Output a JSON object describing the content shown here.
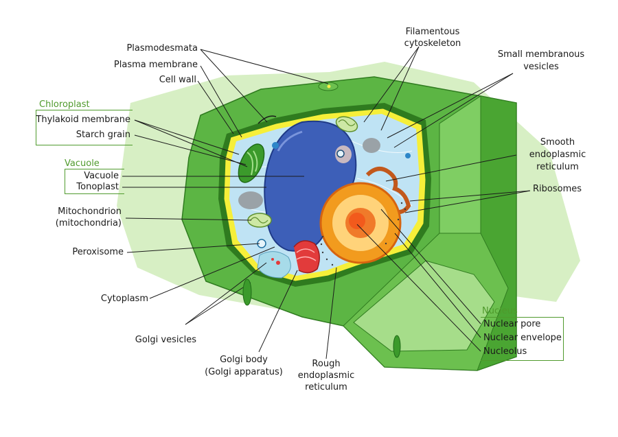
{
  "labels": {
    "plasmodesmata": "Plasmodesmata",
    "plasma_membrane": "Plasma membrane",
    "cell_wall": "Cell wall",
    "chloroplast_group": "Chloroplast",
    "thylakoid_membrane": "Thylakoid membrane",
    "starch_grain": "Starch grain",
    "vacuole_group": "Vacuole",
    "vacuole": "Vacuole",
    "tonoplast": "Tonoplast",
    "mitochondrion": "Mitochondrion",
    "mitochondria": "(mitochondria)",
    "peroxisome": "Peroxisome",
    "cytoplasm": "Cytoplasm",
    "golgi_vesicles": "Golgi vesicles",
    "golgi_body": "Golgi body",
    "golgi_apparatus": "(Golgi apparatus)",
    "rough_er_1": "Rough",
    "rough_er_2": "endoplasmic",
    "rough_er_3": "reticulum",
    "filamentous_1": "Filamentous",
    "filamentous_2": "cytoskeleton",
    "small_vesicles_1": "Small membranous",
    "small_vesicles_2": "vesicles",
    "smooth_er_1": "Smooth",
    "smooth_er_2": "endoplasmic",
    "smooth_er_3": "reticulum",
    "ribosomes": "Ribosomes",
    "nucleus_group": "Nucleus",
    "nuclear_pore": "Nuclear pore",
    "nuclear_envelope": "Nuclear envelope",
    "nucleolus": "Nucleolus"
  },
  "colors": {
    "group_label": "#4f9a2c",
    "cell_wall": "#5cb544",
    "cytoplasm": "#bfe3f4",
    "nucleus": "#f29b1e",
    "vacuole": "#3d5fb8"
  }
}
